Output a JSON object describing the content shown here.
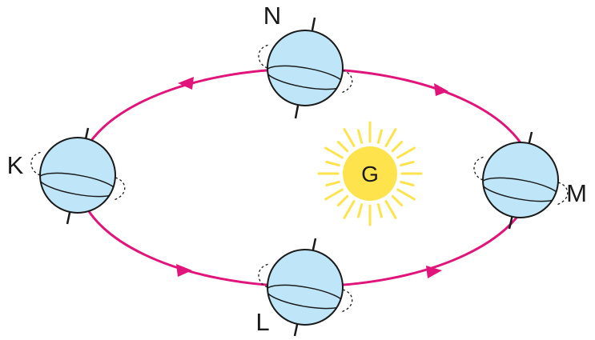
{
  "colors": {
    "orbit": "#e0147a",
    "earth_fill": "#bfe6f8",
    "earth_stroke": "#1a1a1a",
    "sun_fill": "#ffe34d",
    "sun_rays": "#ffe34d"
  },
  "sun": {
    "label": "G",
    "icon": "sun-icon"
  },
  "positions": {
    "top": {
      "label": "N"
    },
    "left": {
      "label": "K"
    },
    "bottom": {
      "label": "L"
    },
    "right": {
      "label": "M"
    }
  },
  "icons": {
    "earth": "earth-globe-icon",
    "arrow": "direction-arrow-icon"
  }
}
